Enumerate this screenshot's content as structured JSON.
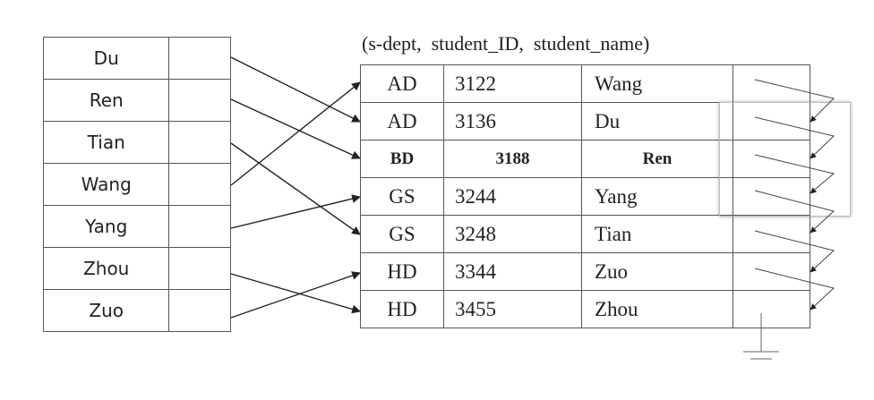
{
  "index": {
    "names": [
      "Du",
      "Ren",
      "Tian",
      "Wang",
      "Yang",
      "Zhou",
      "Zuo"
    ]
  },
  "file": {
    "header": "(s-dept,  student_ID,  student_name)",
    "rows": [
      {
        "dept": "AD",
        "id": "3122",
        "name": "Wang"
      },
      {
        "dept": "AD",
        "id": "3136",
        "name": "Du"
      },
      {
        "dept": "BD",
        "id": "3188",
        "name": "Ren"
      },
      {
        "dept": "GS",
        "id": "3244",
        "name": "Yang"
      },
      {
        "dept": "GS",
        "id": "3248",
        "name": "Tian"
      },
      {
        "dept": "HD",
        "id": "3344",
        "name": "Zuo"
      },
      {
        "dept": "HD",
        "id": "3455",
        "name": "Zhou"
      }
    ]
  },
  "colors": {
    "line": "#222222",
    "border": "#555555"
  }
}
